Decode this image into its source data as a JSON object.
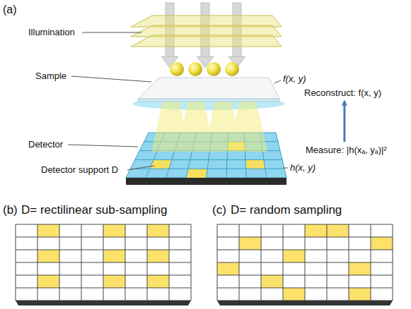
{
  "diagram": {
    "nodes": [
      {
        "text": [
          "Reconstruct: f(x, y)"
        ]
      },
      {
        "text": [
          "Measure: |h(xₐ, yₐ)|²"
        ]
      }
    ],
    "edges": [
      {
        "from": 1,
        "to": 0,
        "arrow": "to"
      }
    ],
    "labels": [
      "(a)",
      "Illumination",
      "Sample",
      "Detector",
      "Detector support D",
      "f(x, y)",
      "h(x, y)",
      "(b)",
      "D= rectilinear sub-sampling",
      "(c)",
      "D= random sampling"
    ]
  }
}
